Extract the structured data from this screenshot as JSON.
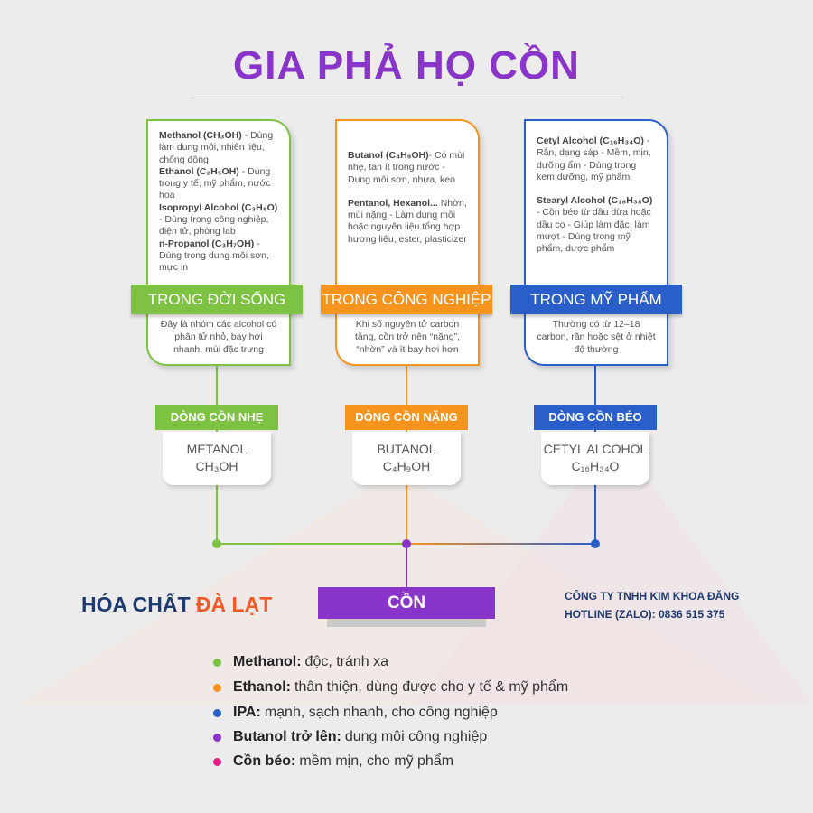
{
  "title": "GIA PHẢ HỌ CỒN",
  "colors": {
    "green": "#7dc242",
    "orange": "#f7941d",
    "blue": "#2a5fc9",
    "purple": "#8a35c9",
    "magenta": "#e91e8c"
  },
  "columns": [
    {
      "items": [
        {
          "name": "Methanol (CH₃OH)",
          "desc": " - Dùng làm dung môi, nhiên liệu, chống đông"
        },
        {
          "name": "Ethanol (C₂H₅OH)",
          "desc": " - Dùng trong y tế, mỹ phẩm, nước hoa"
        },
        {
          "name": "Isopropyl Alcohol (C₃H₈O)",
          "desc": " - Dùng trong công nghiệp, điện tử, phòng lab"
        },
        {
          "name": "n-Propanol (C₃H₇OH)",
          "desc": " - Dùng trong dung môi sơn, mực in"
        }
      ],
      "banner": "TRONG ĐỜI SỐNG",
      "note": "Đây là nhóm các alcohol có phân tử nhỏ, bay hơi nhanh, mùi đặc trưng",
      "line_label": "DÒNG CỒN NHẸ",
      "example_name": "METANOL",
      "example_formula": "CH₃OH"
    },
    {
      "items": [
        {
          "name": "Butanol (C₄H₉OH)",
          "desc": "- Có mùi nhẹ, tan ít trong nước - Dung môi sơn, nhựa, keo"
        },
        {
          "name": "Pentanol, Hexanol...",
          "desc": " Nhờn, mùi nặng - Làm dung môi hoặc nguyên liệu tổng hợp hương liệu, ester, plasticizer"
        }
      ],
      "banner": "TRONG CÔNG NGHIỆP",
      "note": "Khi số nguyên tử carbon tăng, cồn trở nên “nặng”, “nhờn” và ít bay hơi hơn",
      "line_label": "DÒNG CỒN NẶNG",
      "example_name": "BUTANOL",
      "example_formula": "C₄H₉OH"
    },
    {
      "items": [
        {
          "name": "Cetyl Alcohol (C₁₆H₃₄O)",
          "desc": " - Rắn, dạng sáp - Mềm, mịn, dưỡng ẩm - Dùng trong kem dưỡng, mỹ phẩm"
        },
        {
          "name": "Stearyl Alcohol (C₁₈H₃₈O)",
          "desc": " - Cồn béo từ dầu dừa hoặc dầu cọ - Giúp làm đặc, làm mượt - Dùng trong mỹ phẩm, dược phẩm"
        }
      ],
      "banner": "TRONG MỸ PHẨM",
      "note": "Thường có từ 12–18 carbon, rắn hoặc sệt ở nhiệt độ thường",
      "line_label": "DÒNG CỒN BÉO",
      "example_name": "CETYL ALCOHOL",
      "example_formula": "C₁₆H₃₄O"
    }
  ],
  "root": "CỒN",
  "brand": {
    "part1": "HÓA CHẤT ",
    "part2": "ĐÀ LẠT"
  },
  "company": {
    "name": "CÔNG TY TNHH KIM KHOA ĐĂNG",
    "hotline": "HOTLINE (ZALO): 0836 515 375"
  },
  "bullets": [
    {
      "term": "Methanol:",
      "text": "độc, tránh xa"
    },
    {
      "term": "Ethanol:",
      "text": "thân thiện, dùng được cho y tế & mỹ phẩm"
    },
    {
      "term": "IPA:",
      "text": "mạnh, sạch nhanh, cho công nghiệp"
    },
    {
      "term": "Butanol trở lên:",
      "text": "dung môi công nghiệp"
    },
    {
      "term": "Cồn béo:",
      "text": "mềm mịn, cho mỹ phẩm"
    }
  ]
}
